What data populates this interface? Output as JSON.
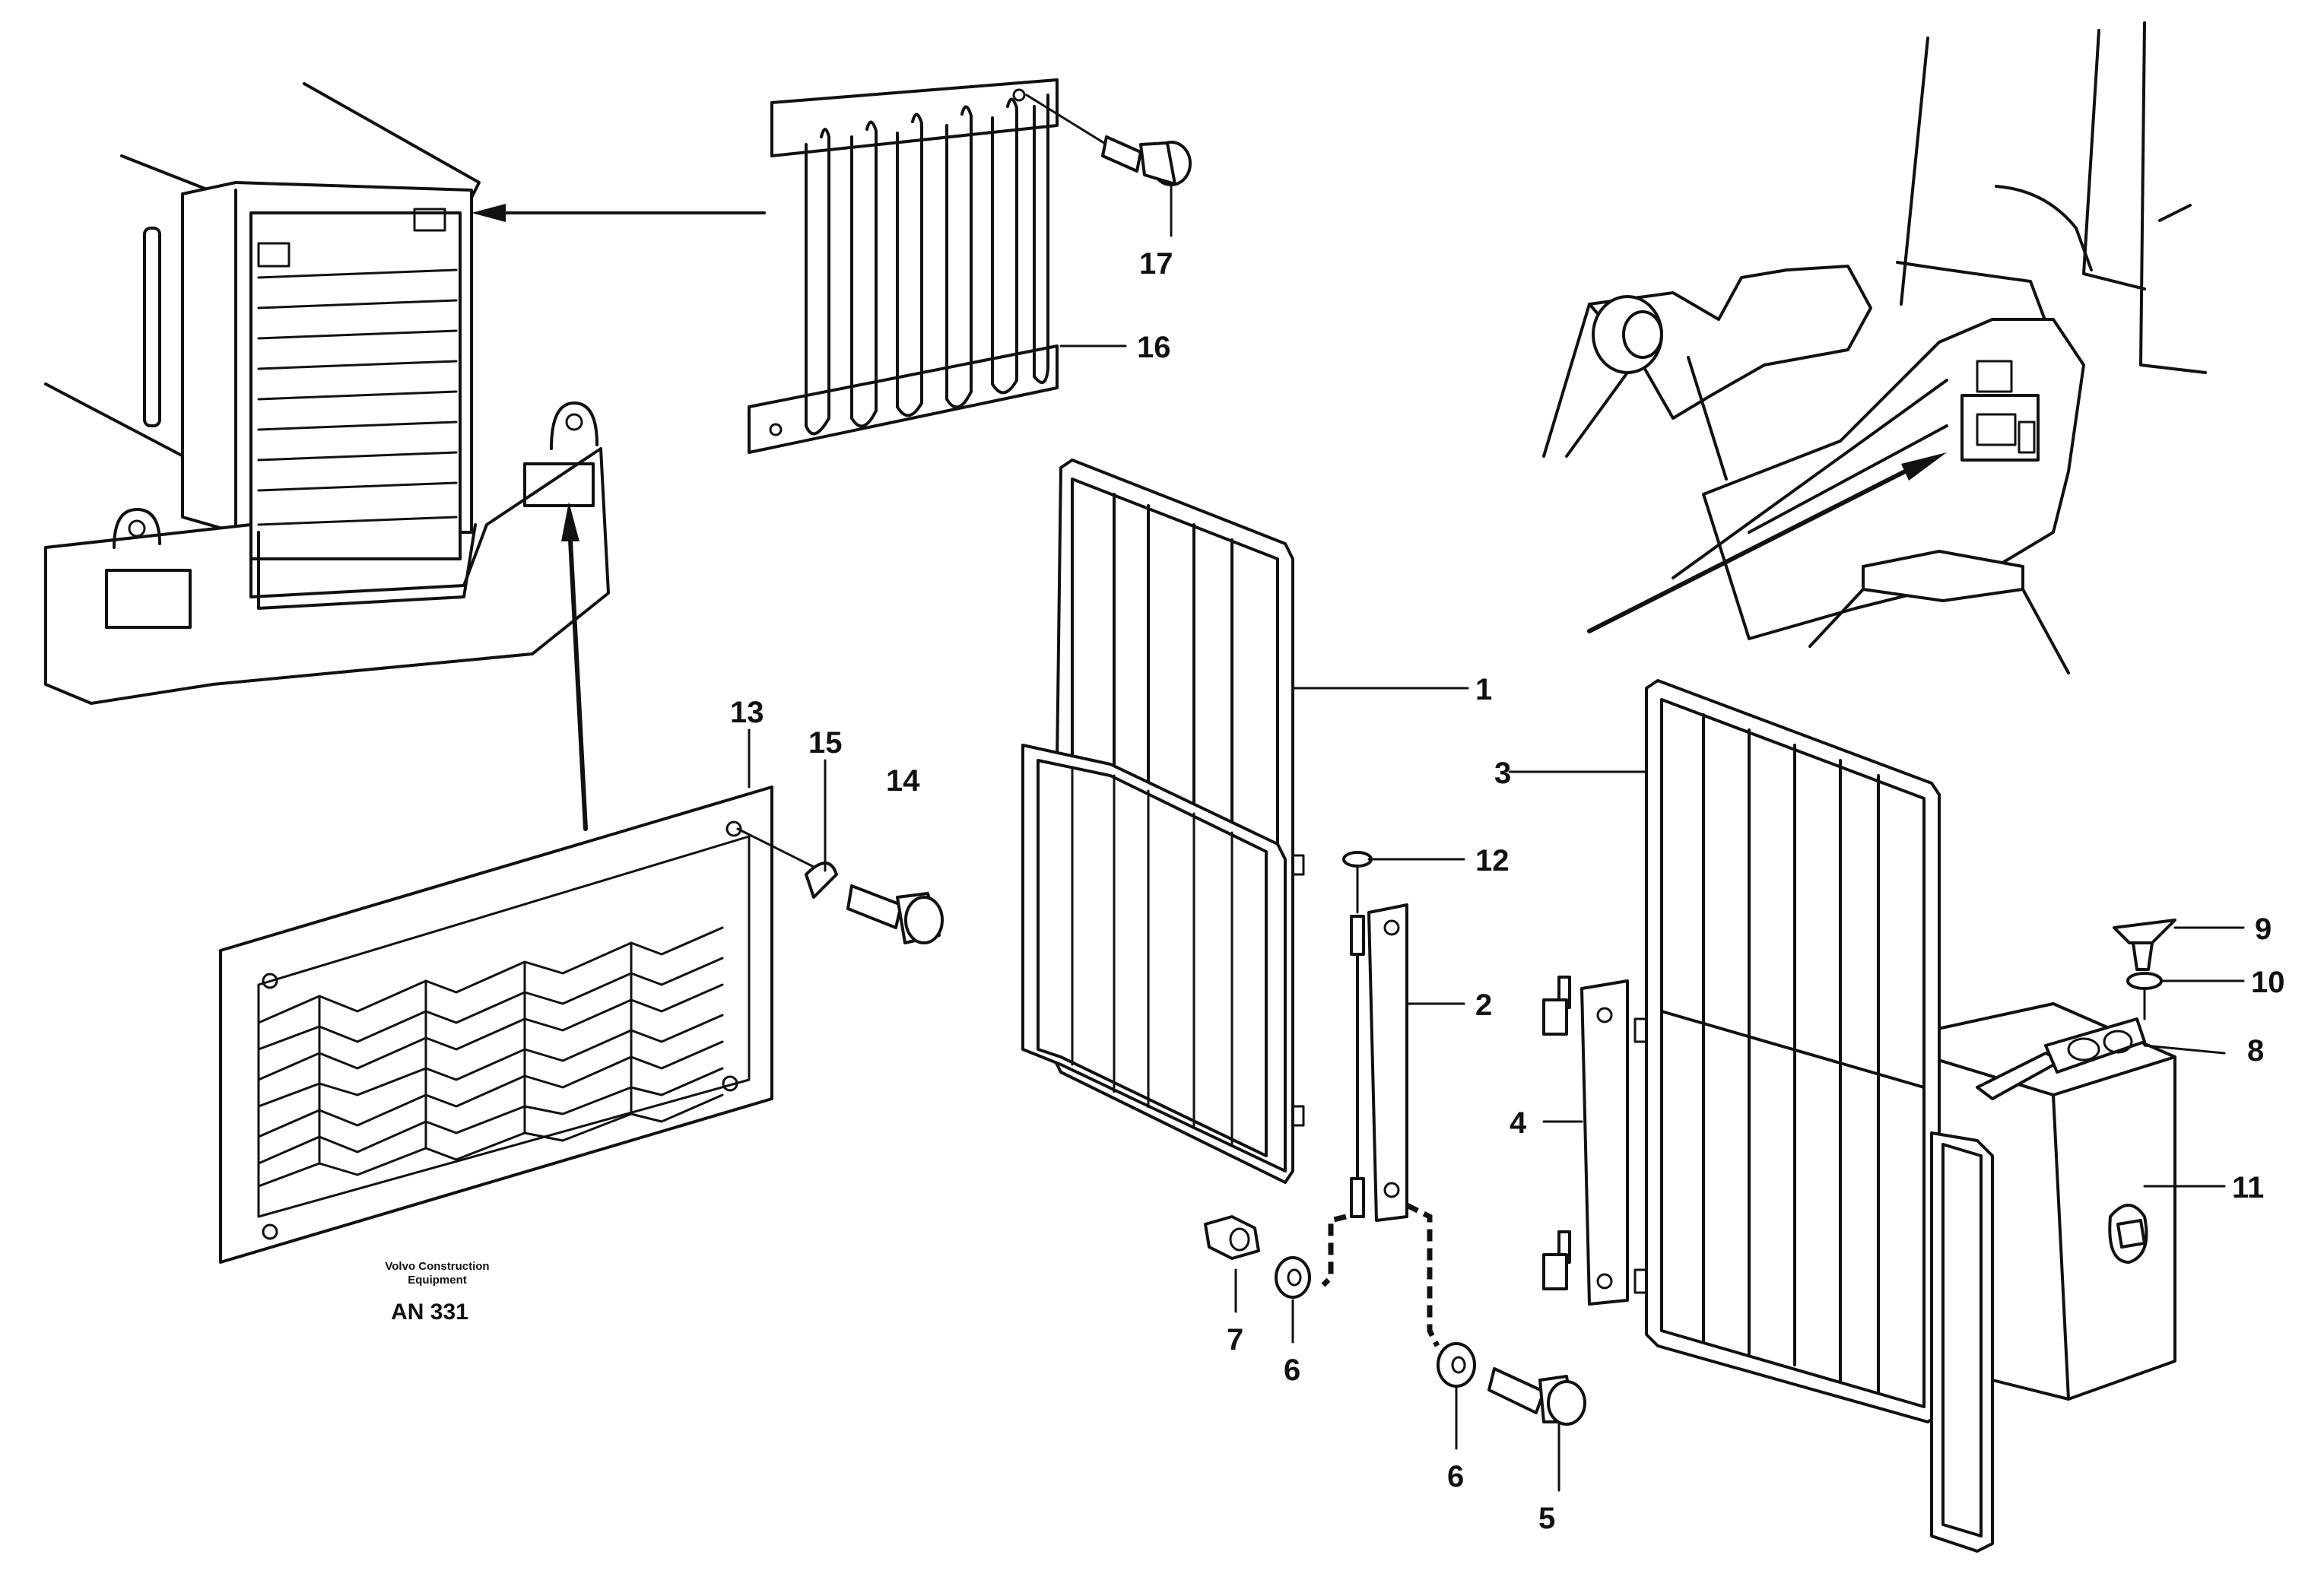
{
  "callouts": {
    "c1": "1",
    "c2": "2",
    "c3": "3",
    "c4": "4",
    "c5": "5",
    "c6a": "6",
    "c6b": "6",
    "c7": "7",
    "c8": "8",
    "c9": "9",
    "c10": "10",
    "c11": "11",
    "c12": "12",
    "c13": "13",
    "c14": "14",
    "c15": "15",
    "c16": "16",
    "c17": "17"
  },
  "credit": {
    "line1": "Volvo Construction",
    "line2": "Equipment",
    "code": "AN 331"
  }
}
